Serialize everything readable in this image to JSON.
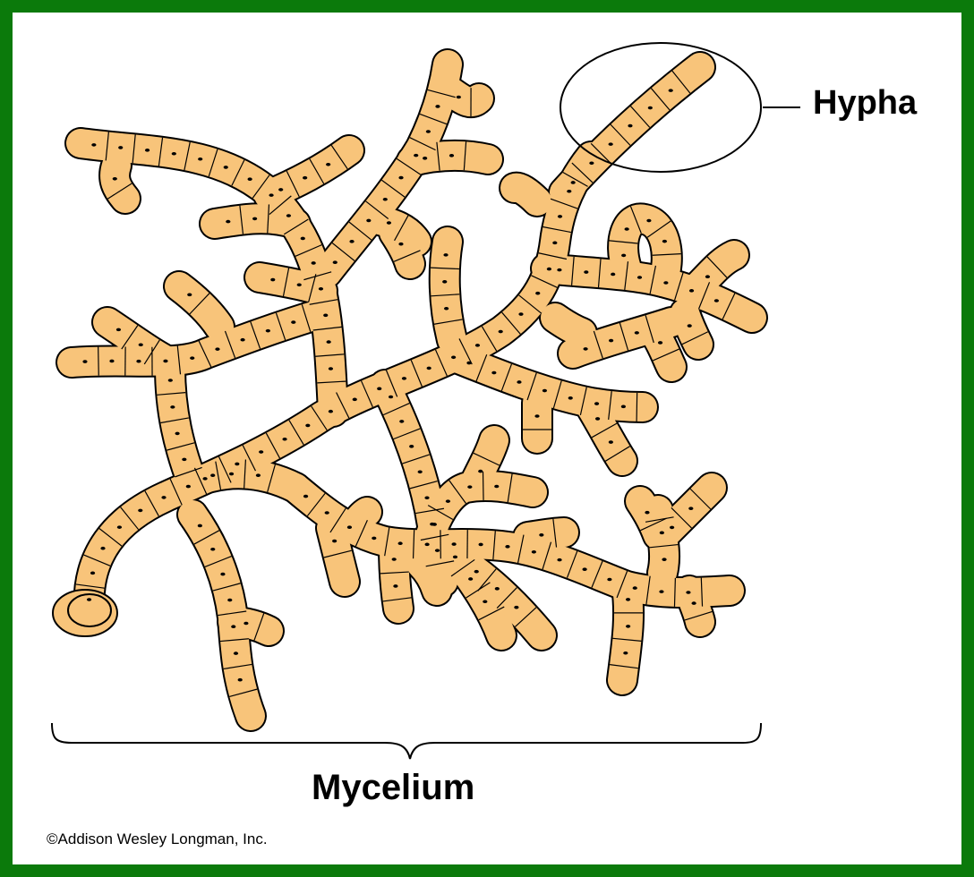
{
  "labels": {
    "hypha": "Hypha",
    "mycelium": "Mycelium",
    "credit": "©Addison Wesley Longman, Inc."
  },
  "colors": {
    "border": "#0b7a0b",
    "hyphae_fill": "#f8c47a",
    "outline": "#000000",
    "background": "#ffffff"
  }
}
